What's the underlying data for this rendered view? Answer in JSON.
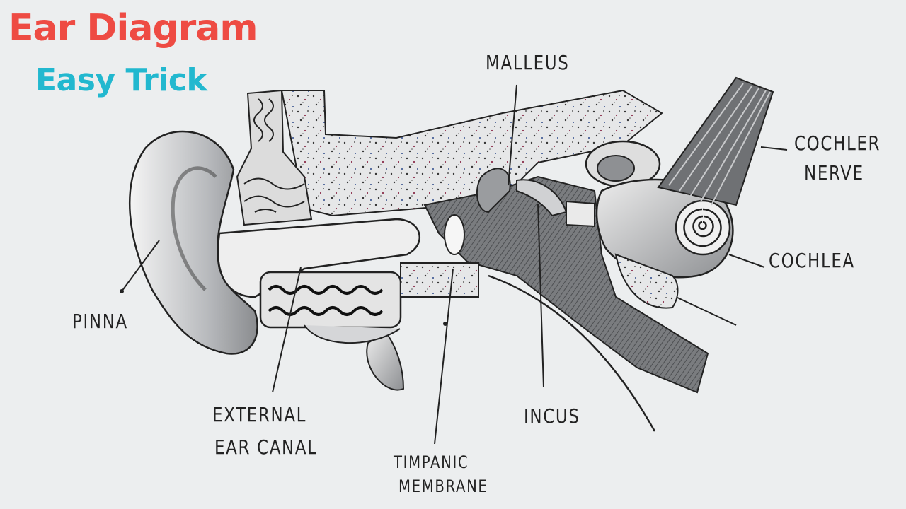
{
  "header": {
    "title": "Ear Diagram",
    "subtitle": "Easy Trick"
  },
  "labels": {
    "malleus": "MALLEUS",
    "cochlear_nerve_1": "COCHLER",
    "cochlear_nerve_2": "NERVE",
    "cochlea": "COCHLEA",
    "pinna": "PINNA",
    "external_ear_canal_1": "EXTERNAL",
    "external_ear_canal_2": "EAR CANAL",
    "incus": "INCUS",
    "tympanic_membrane_1": "TIMPANIC",
    "tympanic_membrane_2": "MEMBRANE"
  },
  "colors": {
    "title": "#ee4b43",
    "subtitle": "#22b8cf",
    "paper": "#eceeef",
    "ink": "#222222"
  }
}
